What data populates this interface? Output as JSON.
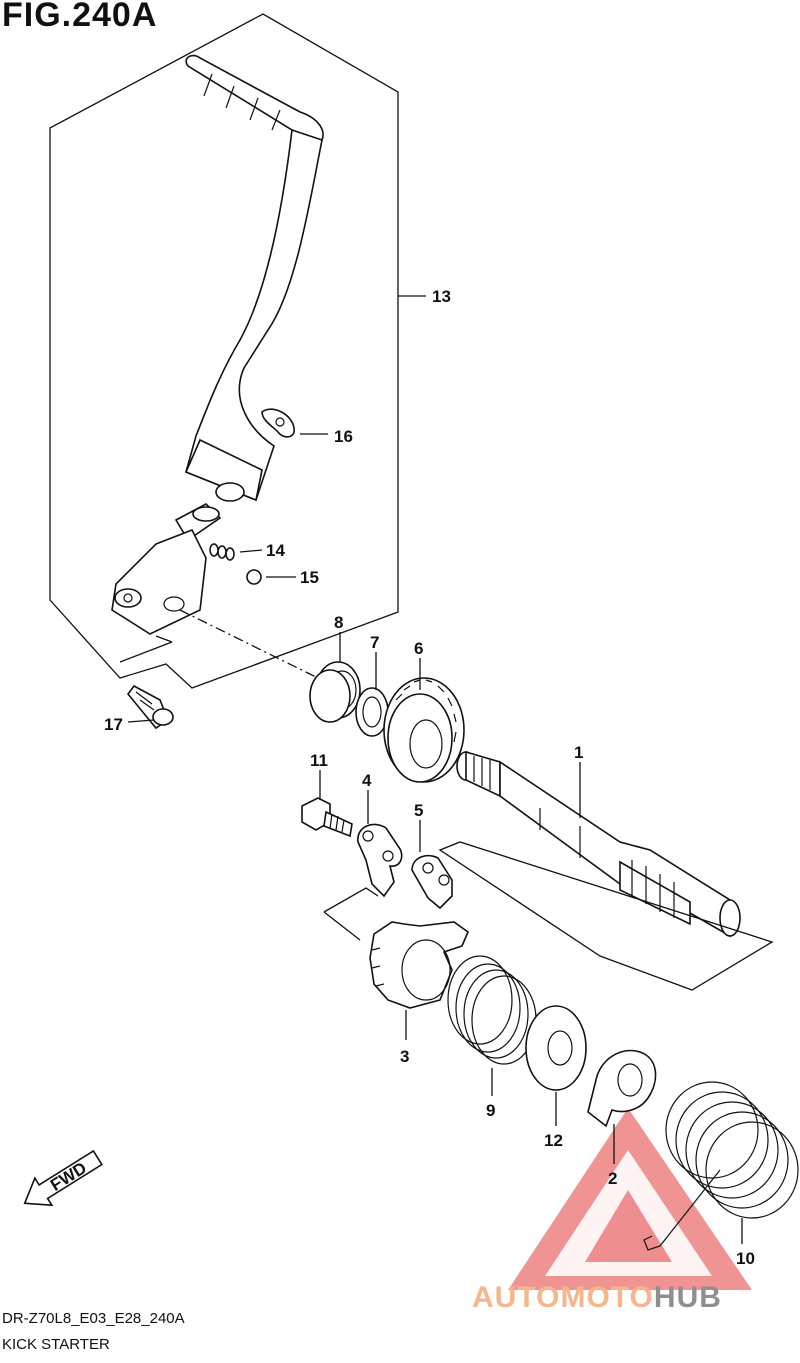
{
  "figure": {
    "title": "FIG.240A"
  },
  "parts": [
    {
      "id": "part-13",
      "number": "13"
    },
    {
      "id": "part-16",
      "number": "16"
    },
    {
      "id": "part-14",
      "number": "14"
    },
    {
      "id": "part-15",
      "number": "15"
    },
    {
      "id": "part-8",
      "number": "8"
    },
    {
      "id": "part-7",
      "number": "7"
    },
    {
      "id": "part-6",
      "number": "6"
    },
    {
      "id": "part-17",
      "number": "17"
    },
    {
      "id": "part-11",
      "number": "11"
    },
    {
      "id": "part-4",
      "number": "4"
    },
    {
      "id": "part-5",
      "number": "5"
    },
    {
      "id": "part-1",
      "number": "1"
    },
    {
      "id": "part-3",
      "number": "3"
    },
    {
      "id": "part-9",
      "number": "9"
    },
    {
      "id": "part-12",
      "number": "12"
    },
    {
      "id": "part-2",
      "number": "2"
    },
    {
      "id": "part-10",
      "number": "10"
    }
  ],
  "fwd_label": "FWD",
  "footer": {
    "code": "DR-Z70L8_E03_E28_240A",
    "name": "KICK STARTER"
  },
  "watermark": {
    "part1": "AUTO",
    "part2": "MOTO",
    "part3": "HUB",
    "colors": {
      "triangle": "#e23a3a",
      "auto": "#f6b58b",
      "hub": "#8f8f8f"
    }
  }
}
